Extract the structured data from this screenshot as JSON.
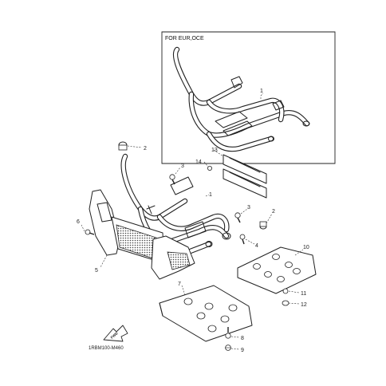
{
  "inset": {
    "title": "FOR EUR,OCE",
    "callout": "1"
  },
  "callouts": {
    "c1": "1",
    "c2a": "2",
    "c2b": "2",
    "c3a": "3",
    "c3b": "3",
    "c4": "4",
    "c5": "5",
    "c6": "6",
    "c7": "7",
    "c8": "8",
    "c9": "9",
    "c10": "10",
    "c11": "11",
    "c12": "12",
    "c13": "13",
    "c14": "14"
  },
  "fwd_badge": "FWD",
  "drawing_code": "1RBM100-M460"
}
